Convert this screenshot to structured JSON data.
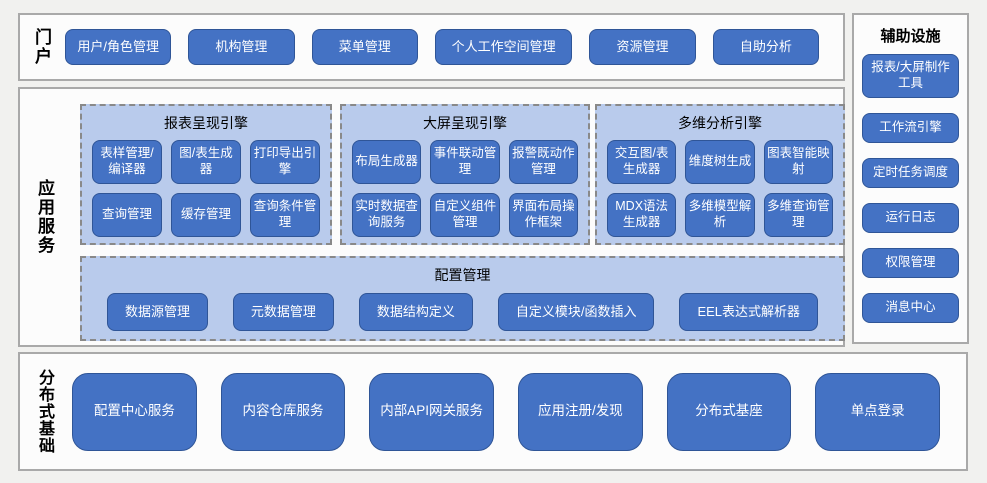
{
  "colors": {
    "button_blue": "#4472C4",
    "button_border_blue": "#2F5597",
    "panel_light_blue": "#B9CBEC",
    "section_border_gray": "#A9A9A9",
    "page_background": "#F1F1EF",
    "button_text": "#FFFFFF"
  },
  "portal": {
    "label": "门户",
    "items": [
      "用户/角色管理",
      "机构管理",
      "菜单管理",
      "个人工作空间管理",
      "资源管理",
      "自助分析"
    ]
  },
  "app_services": {
    "label": "应用服务",
    "engines": [
      {
        "title": "报表呈现引擎",
        "items": [
          "表样管理/编译器",
          "图/表生成器",
          "打印导出引擎",
          "查询管理",
          "缓存管理",
          "查询条件管理"
        ]
      },
      {
        "title": "大屏呈现引擎",
        "items": [
          "布局生成器",
          "事件联动管理",
          "报警既动作管理",
          "实时数据查询服务",
          "自定义组件管理",
          "界面布局操作框架"
        ]
      },
      {
        "title": "多维分析引擎",
        "items": [
          "交互图/表生成器",
          "维度树生成",
          "图表智能映射",
          "MDX语法生成器",
          "多维模型解析",
          "多维查询管理"
        ]
      }
    ],
    "config": {
      "title": "配置管理",
      "items": [
        "数据源管理",
        "元数据管理",
        "数据结构定义",
        "自定义模块/函数插入",
        "EEL表达式解析器"
      ]
    }
  },
  "distributed": {
    "label": "分布式基础",
    "items": [
      "配置中心服务",
      "内容仓库服务",
      "内部API网关服务",
      "应用注册/发现",
      "分布式基座",
      "单点登录"
    ]
  },
  "auxiliary": {
    "title": "辅助设施",
    "items": [
      "报表/大屏制作工具",
      "工作流引擎",
      "定时任务调度",
      "运行日志",
      "权限管理",
      "消息中心"
    ]
  }
}
